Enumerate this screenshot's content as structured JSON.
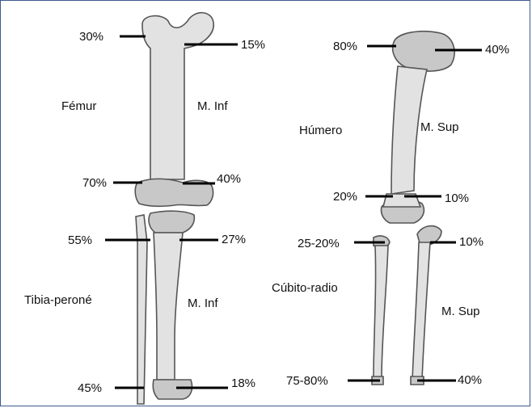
{
  "colors": {
    "bone": "#e2e2e2",
    "growth_plate": "#c8c8c8",
    "outline": "#555555",
    "border": "#3c5a8c"
  },
  "leg": {
    "femur": {
      "name": "Fémur",
      "limb": "M. Inf",
      "proximal_left": "30%",
      "proximal_right": "15%",
      "distal_left": "70%",
      "distal_right": "40%"
    },
    "tibia": {
      "name": "Tibia-peroné",
      "limb": "M. Inf",
      "proximal_left": "55%",
      "proximal_right": "27%",
      "distal_left": "45%",
      "distal_right": "18%"
    }
  },
  "arm": {
    "humerus": {
      "name": "Húmero",
      "limb": "M. Sup",
      "proximal_left": "80%",
      "proximal_right": "40%",
      "distal_left": "20%",
      "distal_right": "10%"
    },
    "forearm": {
      "name": "Cúbito-radio",
      "limb": "M. Sup",
      "proximal_left": "25-20%",
      "proximal_right": "10%",
      "distal_left": "75-80%",
      "distal_right": "40%"
    }
  }
}
